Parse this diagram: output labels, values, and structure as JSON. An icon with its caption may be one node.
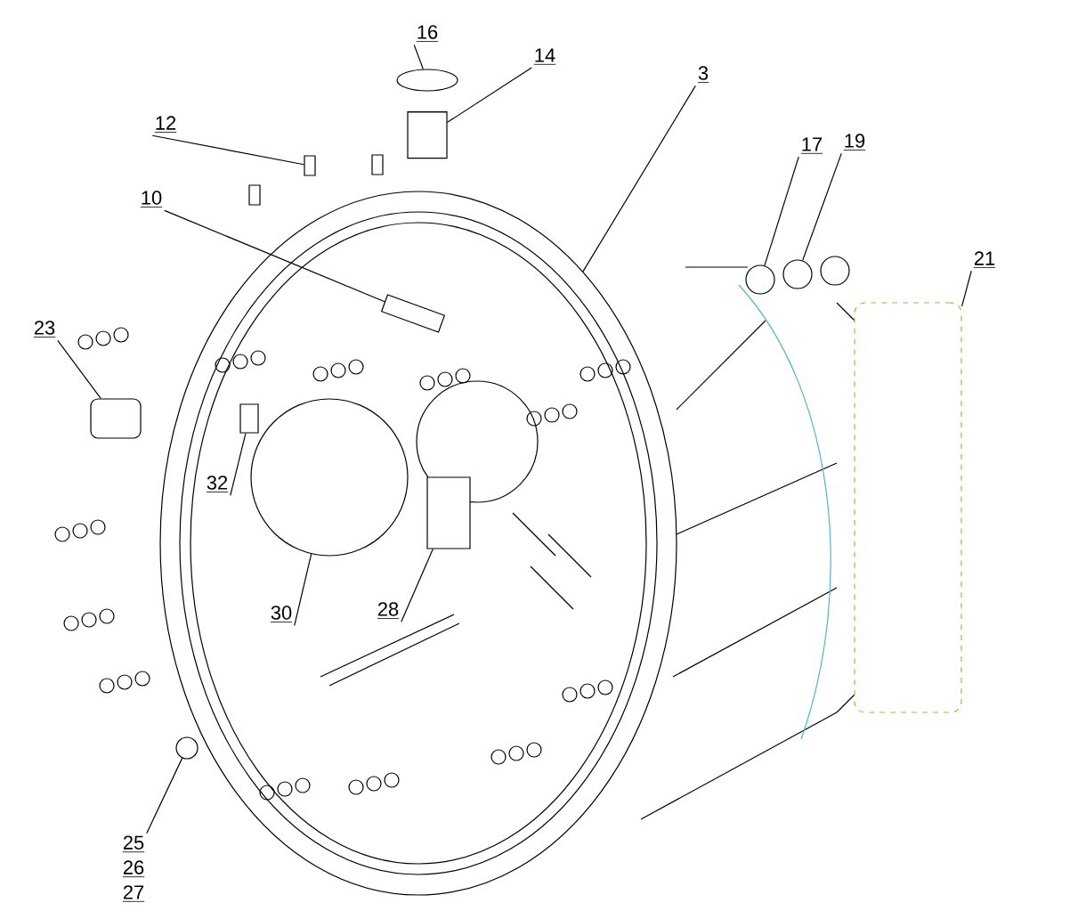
{
  "diagram": {
    "nodes": [
      {
        "text": [
          "16"
        ]
      },
      {
        "text": [],
        "shape": "ellipse"
      },
      {
        "text": [
          "14"
        ]
      },
      {
        "text": [],
        "shape": "cylinder"
      },
      {
        "text": [
          "3"
        ]
      },
      {
        "text": [],
        "shape": "ellipse"
      },
      {
        "text": [
          "12"
        ]
      },
      {
        "text": [],
        "shape": "box"
      },
      {
        "text": [
          "10"
        ]
      },
      {
        "text": [],
        "shape": "box",
        "in": 5
      },
      {
        "text": [
          "17"
        ]
      },
      {
        "text": [],
        "shape": "circle"
      },
      {
        "text": [
          "19"
        ]
      },
      {
        "text": [],
        "shape": "circle"
      },
      {
        "text": [
          "21"
        ]
      },
      {
        "text": [],
        "shape": "box"
      },
      {
        "text": [
          "23"
        ]
      },
      {
        "text": [],
        "shape": "box"
      },
      {
        "text": [
          "32"
        ],
        "in": 5
      },
      {
        "text": [],
        "shape": "box",
        "in": 5
      },
      {
        "text": [],
        "shape": "circle",
        "in": 5
      },
      {
        "text": [
          "30"
        ],
        "in": 5
      },
      {
        "text": [],
        "shape": "box",
        "in": 5
      },
      {
        "text": [
          "28"
        ],
        "in": 5
      },
      {
        "text": [
          "25",
          "26",
          "27"
        ]
      },
      {
        "text": [],
        "shape": "circle"
      }
    ],
    "edges": [
      {
        "from": 0,
        "to": 1,
        "arrow": "none"
      },
      {
        "from": 2,
        "to": 3,
        "arrow": "none"
      },
      {
        "from": 4,
        "to": 5,
        "arrow": "none"
      },
      {
        "from": 6,
        "to": 7,
        "arrow": "none"
      },
      {
        "from": 8,
        "to": 9,
        "arrow": "none"
      },
      {
        "from": 10,
        "to": 11,
        "arrow": "none"
      },
      {
        "from": 12,
        "to": 13,
        "arrow": "none"
      },
      {
        "from": 14,
        "to": 15,
        "arrow": "none"
      },
      {
        "from": 16,
        "to": 17,
        "arrow": "none"
      },
      {
        "from": 18,
        "to": 19,
        "arrow": "none"
      },
      {
        "from": 21,
        "to": 20,
        "arrow": "none"
      },
      {
        "from": 23,
        "to": 22,
        "arrow": "none"
      },
      {
        "from": 24,
        "to": 25,
        "arrow": "none"
      }
    ]
  }
}
